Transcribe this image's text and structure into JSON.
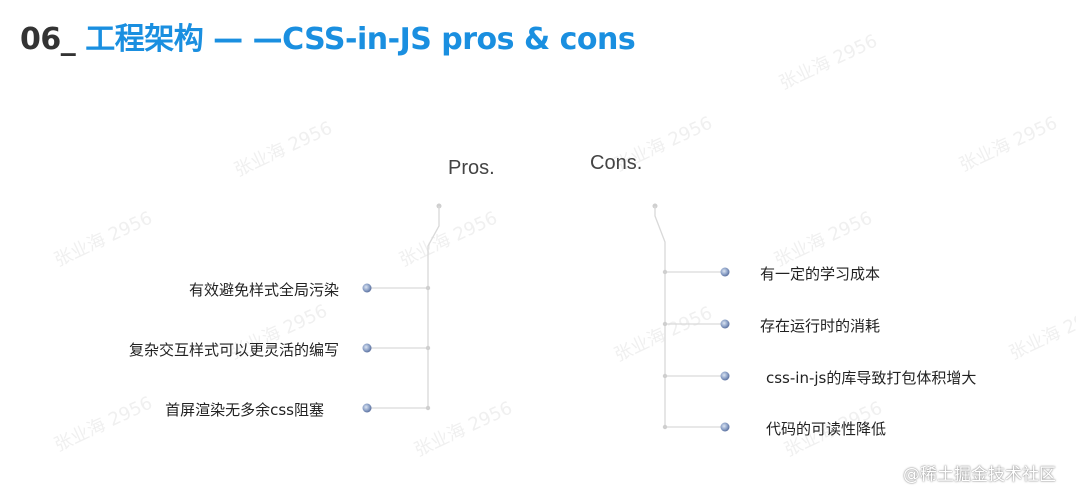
{
  "title": {
    "number": "06_",
    "text": "工程架构 — —CSS-in-JS pros & cons"
  },
  "watermark": "张业海 2956",
  "pros": {
    "label": "Pros.",
    "items": [
      "有效避免样式全局污染",
      "复杂交互样式可以更灵活的编写",
      "首屏渲染无多余css阻塞"
    ]
  },
  "cons": {
    "label": "Cons.",
    "items": [
      "有一定的学习成本",
      "存在运行时的消耗",
      "css-in-js的库导致打包体积增大",
      "代码的可读性降低"
    ]
  },
  "footer": "@稀土掘金技术社区",
  "colors": {
    "title_number": "#333333",
    "title_accent": "#1a8fe0",
    "line": "#d9d9d9",
    "accent_bar": "#3d6fa8",
    "bullet": "#6f88b3"
  }
}
